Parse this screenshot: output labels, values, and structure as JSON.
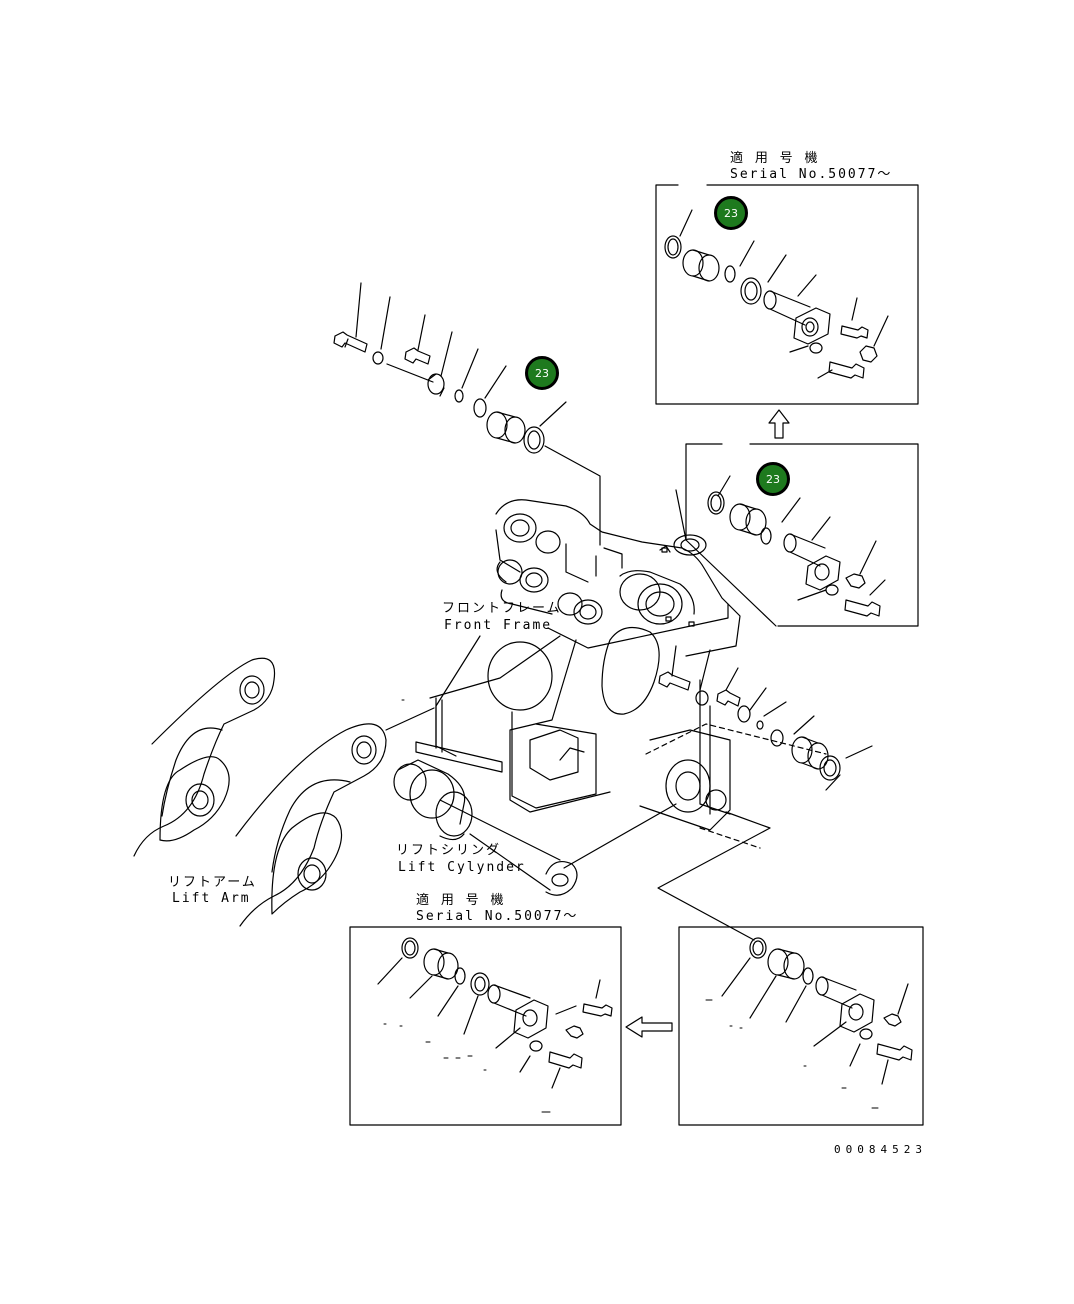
{
  "labels": {
    "serial_top_jp": "適 用 号 機",
    "serial_top_en": "Serial No.50077～",
    "serial_bottom_jp": "適 用 号 機",
    "serial_bottom_en": "Serial No.50077～",
    "front_frame_jp": "フロントフレーム",
    "front_frame_en": "Front Frame",
    "lift_cylinder_jp": "リフトシリンダ",
    "lift_cylinder_en": "Lift Cylynder",
    "lift_arm_jp": "リフトアーム",
    "lift_arm_en": "Lift Arm"
  },
  "callouts": [
    {
      "id": "callout-main",
      "number": "23"
    },
    {
      "id": "callout-top-inset",
      "number": "23"
    },
    {
      "id": "callout-mid-inset",
      "number": "23"
    }
  ],
  "reference_number": "00084523",
  "colors": {
    "callout_fill": "#1e7a1e",
    "callout_text": "#ffffff",
    "line": "#000000",
    "background": "#ffffff"
  }
}
